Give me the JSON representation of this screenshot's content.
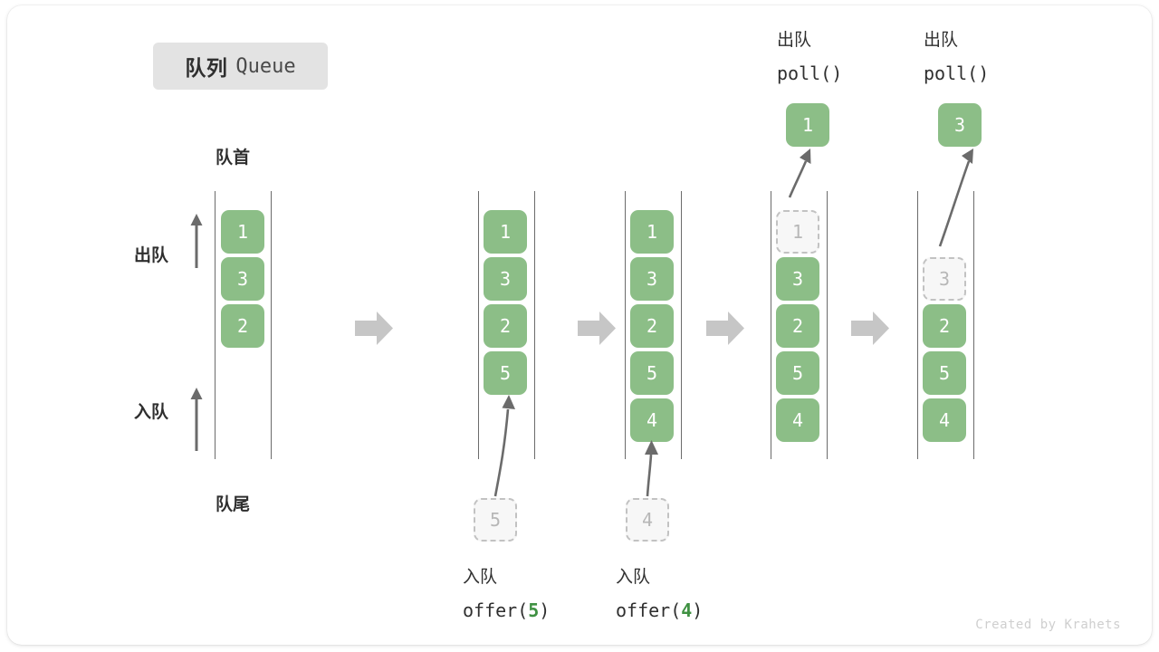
{
  "title": {
    "cn": "队列",
    "en": "Queue"
  },
  "labels": {
    "head": "队首",
    "tail": "队尾",
    "dequeue": "出队",
    "enqueue": "入队",
    "poll_call": "poll()",
    "offer_open": "offer(",
    "offer_close": ")"
  },
  "colors": {
    "box_fill": "#8cbe87",
    "box_text": "#ffffff",
    "ghost_fill": "#f7f7f7",
    "ghost_border": "#c2c2c2",
    "ghost_text": "#b7b7b7",
    "rail": "#6b6b6b",
    "arrow_gray": "#c6c6c6",
    "curve_arrow": "#6b6b6b",
    "badge_bg": "#e3e3e3",
    "text": "#2f2f2f",
    "arg_green": "#3f9142",
    "credit": "#cfcfcf"
  },
  "steps": [
    {
      "id": "step-1",
      "caption_cn": "",
      "caption_code": "",
      "items": [
        "1",
        "3",
        "2"
      ],
      "ghost_index": -1,
      "incoming": null,
      "popped": null
    },
    {
      "id": "step-2",
      "caption_cn": "入队",
      "caption_code": "offer(5)",
      "arg": "5",
      "items": [
        "1",
        "3",
        "2",
        "5"
      ],
      "ghost_index": -1,
      "incoming": "5",
      "popped": null
    },
    {
      "id": "step-3",
      "caption_cn": "入队",
      "caption_code": "offer(4)",
      "arg": "4",
      "items": [
        "1",
        "3",
        "2",
        "5",
        "4"
      ],
      "ghost_index": -1,
      "incoming": "4",
      "popped": null
    },
    {
      "id": "step-4",
      "caption_cn": "出队",
      "caption_code": "poll()",
      "items": [
        "1",
        "3",
        "2",
        "5",
        "4"
      ],
      "ghost_index": 0,
      "incoming": null,
      "popped": "1"
    },
    {
      "id": "step-5",
      "caption_cn": "出队",
      "caption_code": "poll()",
      "items": [
        "3",
        "2",
        "5",
        "4"
      ],
      "ghost_index": 0,
      "incoming": null,
      "popped": "3"
    }
  ],
  "values": {
    "s1_a": "1",
    "s1_b": "3",
    "s1_c": "2",
    "s2_a": "1",
    "s2_b": "3",
    "s2_c": "2",
    "s2_d": "5",
    "s2_in": "5",
    "s2_arg": "5",
    "s3_a": "1",
    "s3_b": "3",
    "s3_c": "2",
    "s3_d": "5",
    "s3_e": "4",
    "s3_in": "4",
    "s3_arg": "4",
    "s4_a": "1",
    "s4_b": "3",
    "s4_c": "2",
    "s4_d": "5",
    "s4_e": "4",
    "s4_pop": "1",
    "s5_a": "3",
    "s5_b": "2",
    "s5_c": "5",
    "s5_d": "4",
    "s5_pop": "3"
  },
  "credit": "Created by Krahets"
}
